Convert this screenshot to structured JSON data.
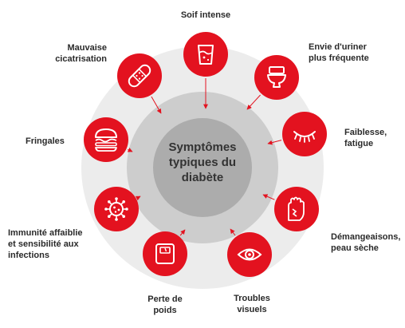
{
  "center": {
    "title": "Symptômes\ntypiques du\ndiabète"
  },
  "nodes": [
    {
      "id": "soif",
      "label": "Soif intense",
      "icon": "water-glass-icon"
    },
    {
      "id": "uriner",
      "label": "Envie d'uriner\nplus fréquente",
      "icon": "toilet-icon"
    },
    {
      "id": "fatigue",
      "label": "Faiblesse,\nfatigue",
      "icon": "closed-eye-icon"
    },
    {
      "id": "demangeaisons",
      "label": "Démangeaisons,\npeau sèche",
      "icon": "itchy-hand-icon"
    },
    {
      "id": "visuels",
      "label": "Troubles\nvisuels",
      "icon": "eye-icon"
    },
    {
      "id": "poids",
      "label": "Perte de\npoids",
      "icon": "scale-icon"
    },
    {
      "id": "immunite",
      "label": "Immunité affaiblie\net sensibilité aux\ninfections",
      "icon": "virus-icon"
    },
    {
      "id": "fringales",
      "label": "Fringales",
      "icon": "burger-icon"
    },
    {
      "id": "cicatrisation",
      "label": "Mauvaise\ncicatrisation",
      "icon": "bandage-icon"
    }
  ],
  "colors": {
    "node": "#e3121f",
    "outer_ring": "#ebebeb",
    "mid_ring": "#c9c9c9",
    "inner_circle": "#a9a9a9",
    "arrow": "#e3121f",
    "text": "#2a2a2a"
  }
}
